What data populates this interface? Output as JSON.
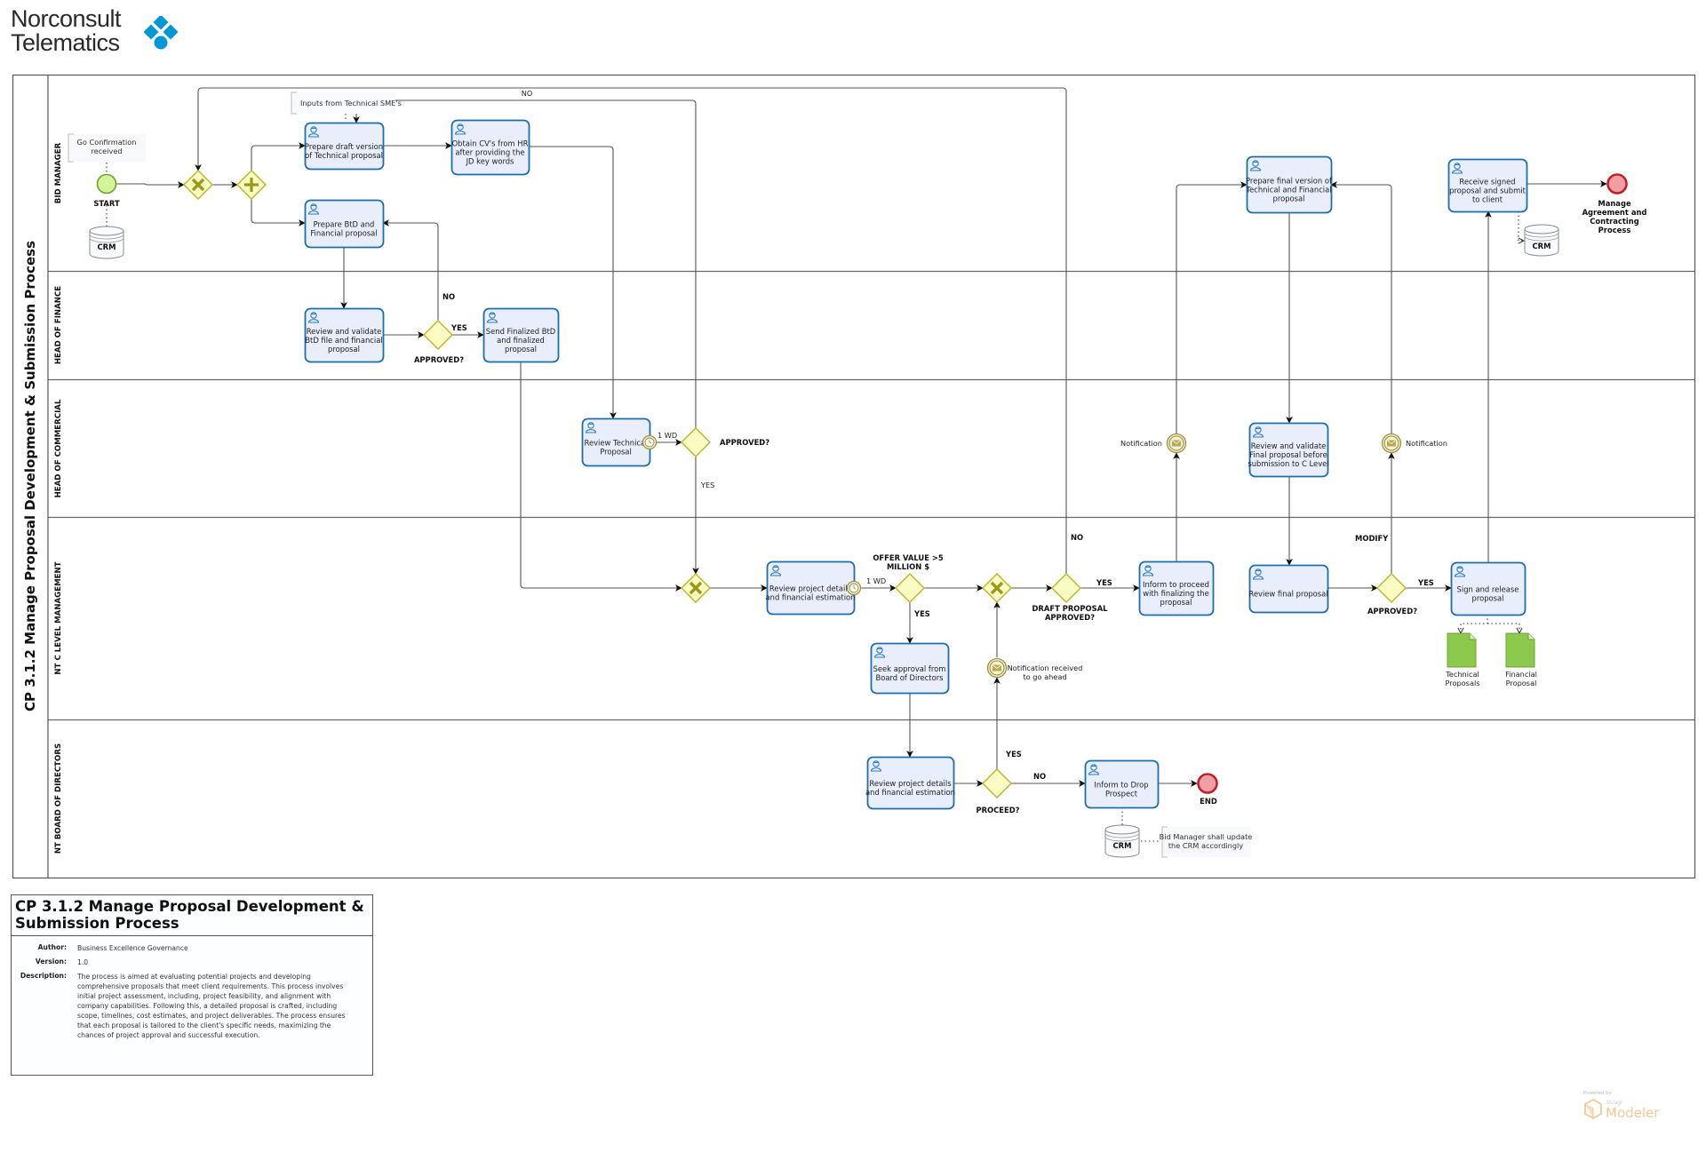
{
  "header": {
    "brand_line1": "Norconsult",
    "brand_line2": "Telematics",
    "brand_color": "#0097d7"
  },
  "colors": {
    "task_fill": "#e8eefb",
    "task_stroke": "#1f6fa5",
    "gateway_fill": "#fafcc4",
    "gateway_stroke": "#b9b626",
    "gateway_marker": "#9a9a1a",
    "start_fill": "#d5f39a",
    "start_stroke": "#6aa22a",
    "end_fill": "#f0a0a5",
    "end_stroke": "#c0202c",
    "event_ring": "#9a8f3c",
    "data_object_fill": "#8cc84b",
    "line": "#555555"
  },
  "pool": {
    "name": "CP 3.1.2 Manage Proposal Development & Submission Process",
    "lanes": [
      {
        "id": "bid-manager",
        "name": "BID MANAGER"
      },
      {
        "id": "head-of-finance",
        "name": "HEAD OF FINANCE"
      },
      {
        "id": "head-of-commercial",
        "name": "HEAD OF COMMERCIAL"
      },
      {
        "id": "nt-c-level",
        "name": "NT C LEVEL MANAGEMENT"
      },
      {
        "id": "nt-board",
        "name": "NT BOARD OF DIRECTORS"
      }
    ]
  },
  "tasks": {
    "prepare_draft": [
      "Prepare draft version",
      "of Technical proposal"
    ],
    "obtain_cvs": [
      "Obtain CV's from HR",
      "after providing the",
      "JD key words"
    ],
    "prepare_btd": [
      "Prepare BtD and",
      "Financial proposal"
    ],
    "review_btd": [
      "Review and validate",
      "BtD file and financial",
      "proposal"
    ],
    "send_btd": [
      "Send Finalized BtD",
      "and finalized",
      "proposal"
    ],
    "review_technical": [
      "Review Technical",
      "Proposal"
    ],
    "review_project_clevel": [
      "Review project details",
      "and financial estimation"
    ],
    "seek_approval": [
      "Seek approval from",
      "Board of Directors"
    ],
    "inform_proceed": [
      "Inform to proceed",
      "with finalizing the",
      "proposal"
    ],
    "prepare_final": [
      "Prepare final version of",
      "Technical and Financial",
      "proposal"
    ],
    "review_final_before": [
      "Review and validate",
      "Final proposal before",
      "submission to C Level"
    ],
    "review_final": [
      "Review final proposal"
    ],
    "sign_release": [
      "Sign and release",
      "proposal"
    ],
    "receive_signed": [
      "Receive signed",
      "proposal and submit",
      "to client"
    ],
    "review_project_board": [
      "Review project details",
      "and financial estimation"
    ],
    "inform_drop": [
      "Inform to Drop",
      "Prospect"
    ]
  },
  "events": {
    "start": "START",
    "end": "END",
    "end_manage": [
      "Manage",
      "Agreement and",
      "Contracting",
      "Process"
    ],
    "notification_left": "Notification",
    "notification_right": "Notification",
    "notification_go_ahead": [
      "Notification received",
      "to go ahead"
    ]
  },
  "gateways": {
    "btd_approved": "APPROVED?",
    "technical_approved": "APPROVED?",
    "offer_value": [
      "OFFER VALUE >5",
      "MILLION $"
    ],
    "draft_approved": [
      "DRAFT PROPOSAL",
      "APPROVED?"
    ],
    "final_approved": "APPROVED?",
    "proceed": "PROCEED?"
  },
  "flow_labels": {
    "no_top": "NO",
    "btd_no": "NO",
    "btd_yes": "YES",
    "tech_wd": "1 WD",
    "tech_yes": "YES",
    "clevel_wd": "1 WD",
    "offer_yes": "YES",
    "draft_yes": "YES",
    "draft_no": "NO",
    "final_modify": "MODIFY",
    "final_yes": "YES",
    "proceed_yes": "YES",
    "proceed_no": "NO"
  },
  "annotations": {
    "go_confirmation": [
      "Go Confirmation",
      "received"
    ],
    "inputs_sme": "Inputs from Technical SME's",
    "bid_manager_update": [
      "Bid Manager shall update",
      "the CRM accordingly"
    ]
  },
  "data_stores": {
    "crm_start": "CRM",
    "crm_receive": "CRM",
    "crm_drop": "CRM"
  },
  "data_objects": {
    "technical": [
      "Technical",
      "Proposals"
    ],
    "financial": [
      "Financial",
      "Proposal"
    ]
  },
  "info": {
    "title": "CP 3.1.2 Manage Proposal Development & Submission Process",
    "author_label": "Author:",
    "author": "Business Excellence Governance",
    "version_label": "Version:",
    "version": "1.0",
    "description_label": "Description:",
    "description": "The process is aimed at evaluating potential projects and developing comprehensive proposals that meet client requirements. This process involves initial project assessment, including, project feasibility, and alignment with company capabilities. Following this, a detailed proposal is crafted, including scope, timelines, cost estimates, and project deliverables. The process ensures that each proposal is tailored to the client's specific needs, maximizing the chances of project approval and successful execution."
  },
  "footer": {
    "powered_by": "Powered by",
    "vendor": "bizagi",
    "product": "Modeler"
  }
}
